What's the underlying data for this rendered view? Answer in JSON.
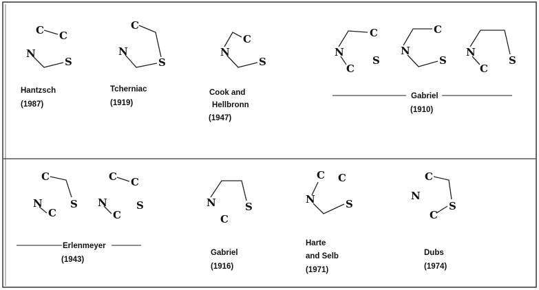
{
  "atoms": {
    "c": "C",
    "n": "N",
    "s": "S"
  },
  "captions": {
    "hantzsch_name": "Hantzsch",
    "hantzsch_year": "(1987)",
    "tcherniac_name": "Tcherniac",
    "tcherniac_year": "(1919)",
    "cook_line1": "Cook and",
    "cook_line2": "Hellbronn",
    "cook_year": "(1947)",
    "gabriel1910_name": "Gabriel",
    "gabriel1910_year": "(1910)",
    "erlenmeyer_name": "Erlenmeyer",
    "erlenmeyer_year": "(1943)",
    "gabriel1916_name": "Gabriel",
    "gabriel1916_year": "(1916)",
    "harte_line1": "Harte",
    "harte_line2": "and Selb",
    "harte_year": "(1971)",
    "dubs_name": "Dubs",
    "dubs_year": "(1974)"
  },
  "colors": {
    "ink": "#111111",
    "line": "#222222",
    "background": "#ffffff"
  }
}
